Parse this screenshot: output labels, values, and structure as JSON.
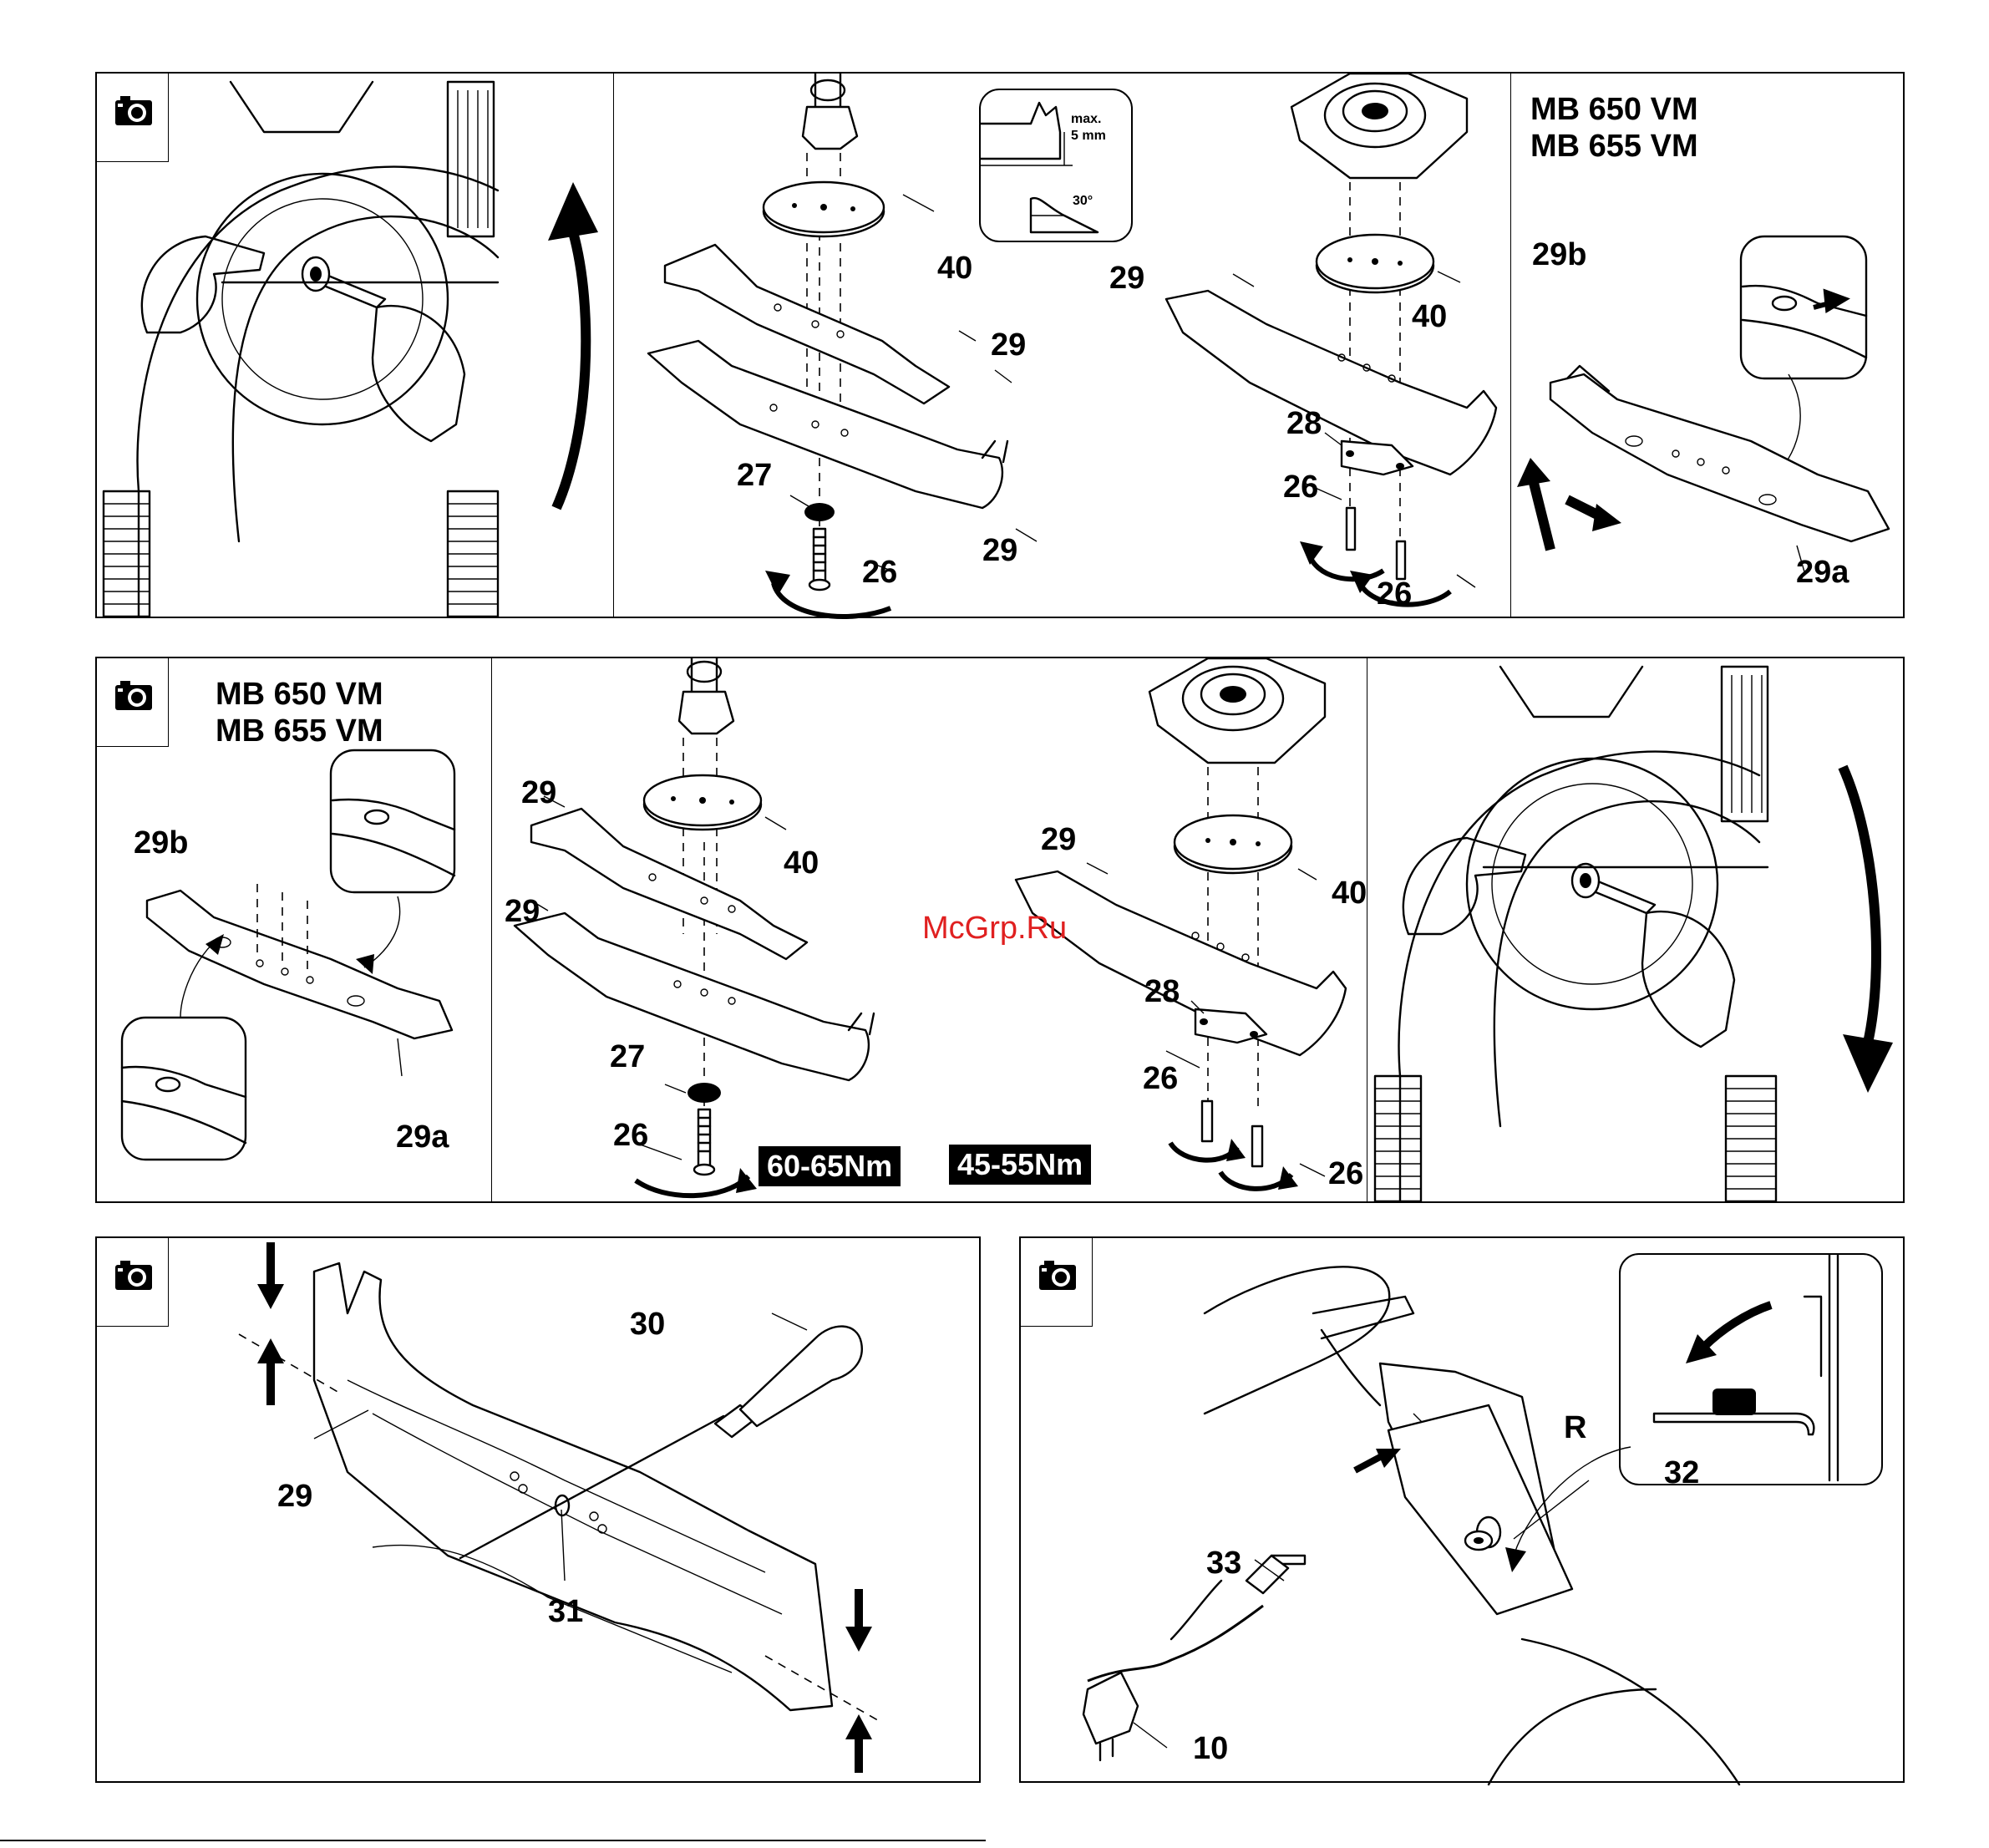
{
  "watermark": "McGrp.Ru",
  "row1": {
    "panel2": {
      "l40": "40",
      "l29a": "29",
      "l29b": "29",
      "l27": "27",
      "l26": "26",
      "inset_max": "max.",
      "inset_mm": "5 mm",
      "inset_angle": "30°"
    },
    "panel3": {
      "l29": "29",
      "l40": "40",
      "l28": "28",
      "l26a": "26",
      "l26b": "26"
    },
    "panel4": {
      "model1": "MB 650 VM",
      "model2": "MB 655 VM",
      "l29b": "29b",
      "l29a": "29a"
    }
  },
  "row2": {
    "panel1": {
      "model1": "MB 650 VM",
      "model2": "MB 655 VM",
      "l29b": "29b",
      "l29a": "29a"
    },
    "panel2": {
      "l29a": "29",
      "l29b": "29",
      "l40": "40",
      "l27": "27",
      "l26": "26",
      "torque": "60-65Nm"
    },
    "panel3": {
      "l29": "29",
      "l40": "40",
      "l28": "28",
      "l26a": "26",
      "l26b": "26",
      "torque": "45-55Nm"
    }
  },
  "row3": {
    "left": {
      "l30": "30",
      "l29": "29",
      "l31": "31"
    },
    "right": {
      "lR": "R",
      "l32": "32",
      "l33": "33",
      "l10": "10"
    }
  },
  "icons": {
    "camera": "camera-icon",
    "rotate": "rotation-arrow-icon",
    "push": "push-arrow-icon"
  }
}
